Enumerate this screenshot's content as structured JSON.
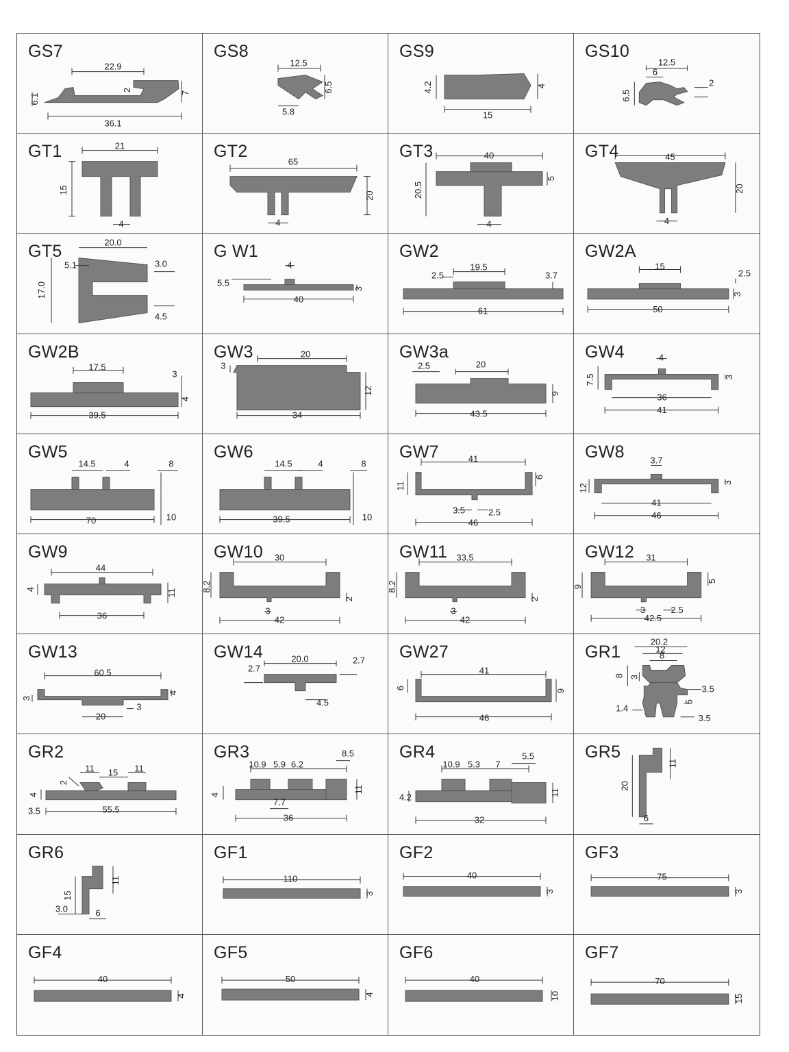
{
  "profiles": [
    {
      "code": "GS7",
      "shape": "gs7",
      "dims": [
        "22.9",
        "2",
        "7",
        "6.1",
        "36.1"
      ]
    },
    {
      "code": "GS8",
      "shape": "gs8",
      "dims": [
        "12.5",
        "6.5",
        "5.8"
      ]
    },
    {
      "code": "GS9",
      "shape": "gs9",
      "dims": [
        "4.2",
        "4",
        "15"
      ]
    },
    {
      "code": "GS10",
      "shape": "gs10",
      "dims": [
        "12.5",
        "6",
        "2",
        "6.5"
      ]
    },
    {
      "code": "GT1",
      "shape": "gt1",
      "dims": [
        "21",
        "15",
        "4"
      ]
    },
    {
      "code": "GT2",
      "shape": "gt2",
      "dims": [
        "65",
        "20",
        "4"
      ]
    },
    {
      "code": "GT3",
      "shape": "gt3",
      "dims": [
        "40",
        "5",
        "20.5",
        "4"
      ]
    },
    {
      "code": "GT4",
      "shape": "gt4",
      "dims": [
        "45",
        "20",
        "4"
      ]
    },
    {
      "code": "GT5",
      "shape": "gt5",
      "dims": [
        "20.0",
        "5.1",
        "3.0",
        "17.0",
        "4.5"
      ]
    },
    {
      "code": "G  W1",
      "shape": "gw1",
      "dims": [
        "4",
        "5.5",
        "3",
        "40"
      ]
    },
    {
      "code": "GW2",
      "shape": "gw2",
      "dims": [
        "2.5",
        "19.5",
        "3.7",
        "61"
      ]
    },
    {
      "code": "GW2A",
      "shape": "gw2a",
      "dims": [
        "15",
        "2.5",
        "3",
        "50"
      ]
    },
    {
      "code": "GW2B",
      "shape": "gw2b",
      "dims": [
        "17.5",
        "3",
        "4",
        "39.5"
      ]
    },
    {
      "code": "GW3",
      "shape": "gw3",
      "dims": [
        "20",
        "3",
        "12",
        "34"
      ]
    },
    {
      "code": "GW3a",
      "shape": "gw3a",
      "dims": [
        "2.5",
        "20",
        "9",
        "43.5"
      ]
    },
    {
      "code": "GW4",
      "shape": "gw4",
      "dims": [
        "4",
        "7.5",
        "3",
        "36",
        "41"
      ]
    },
    {
      "code": "GW5",
      "shape": "gw5",
      "dims": [
        "14.5",
        "4",
        "8",
        "70",
        "10"
      ]
    },
    {
      "code": "GW6",
      "shape": "gw6",
      "dims": [
        "14.5",
        "4",
        "8",
        "39.5",
        "10"
      ]
    },
    {
      "code": "GW7",
      "shape": "gw7",
      "dims": [
        "41",
        "11",
        "6",
        "3.5",
        "2.5",
        "46"
      ]
    },
    {
      "code": "GW8",
      "shape": "gw8",
      "dims": [
        "3.7",
        "12",
        "3",
        "41",
        "46"
      ]
    },
    {
      "code": "GW9",
      "shape": "gw9",
      "dims": [
        "44",
        "4",
        "11",
        "36"
      ]
    },
    {
      "code": "GW10",
      "shape": "gw10",
      "dims": [
        "30",
        "8.2",
        "2",
        "3",
        "42"
      ]
    },
    {
      "code": "GW11",
      "shape": "gw11",
      "dims": [
        "33.5",
        "8.2",
        "2",
        "3",
        "42"
      ]
    },
    {
      "code": "GW12",
      "shape": "gw12",
      "dims": [
        "31",
        "9",
        "5",
        "3",
        "2.5",
        "42.5"
      ]
    },
    {
      "code": "GW13",
      "shape": "gw13",
      "dims": [
        "60.5",
        "3",
        "4",
        "20",
        "3"
      ]
    },
    {
      "code": "GW14",
      "shape": "gw14",
      "dims": [
        "20.0",
        "2.7",
        "2.7",
        "4.5"
      ]
    },
    {
      "code": "GW27",
      "shape": "gw27",
      "dims": [
        "41",
        "6",
        "9",
        "46"
      ]
    },
    {
      "code": "GR1",
      "shape": "gr1",
      "dims": [
        "20.2",
        "12",
        "8",
        "8",
        "3",
        "3.5",
        "1.4",
        "5",
        "3.5"
      ]
    },
    {
      "code": "GR2",
      "shape": "gr2",
      "dims": [
        "11",
        "15",
        "11",
        "2",
        "4",
        "3.5",
        "55.5"
      ]
    },
    {
      "code": "GR3",
      "shape": "gr3",
      "dims": [
        "10.9",
        "5.9",
        "6.2",
        "8.5",
        "4",
        "11",
        "7.7",
        "36"
      ]
    },
    {
      "code": "GR4",
      "shape": "gr4",
      "dims": [
        "10.9",
        "5.3",
        "7",
        "5.5",
        "4.2",
        "11",
        "32"
      ]
    },
    {
      "code": "GR5",
      "shape": "gr5",
      "dims": [
        "20",
        "11",
        "6"
      ]
    },
    {
      "code": "GR6",
      "shape": "gr6",
      "dims": [
        "15",
        "11",
        "3.0",
        "6"
      ]
    },
    {
      "code": "GF1",
      "shape": "gf1",
      "dims": [
        "110",
        "3"
      ]
    },
    {
      "code": "GF2",
      "shape": "gf2",
      "dims": [
        "40",
        "3"
      ]
    },
    {
      "code": "GF3",
      "shape": "gf3",
      "dims": [
        "75",
        "3"
      ]
    },
    {
      "code": "GF4",
      "shape": "gf4",
      "dims": [
        "40",
        "4"
      ]
    },
    {
      "code": "GF5",
      "shape": "gf5",
      "dims": [
        "50",
        "4"
      ]
    },
    {
      "code": "GF6",
      "shape": "gf6",
      "dims": [
        "40",
        "10"
      ]
    },
    {
      "code": "GF7",
      "shape": "gf7",
      "dims": [
        "70",
        "15"
      ]
    }
  ]
}
